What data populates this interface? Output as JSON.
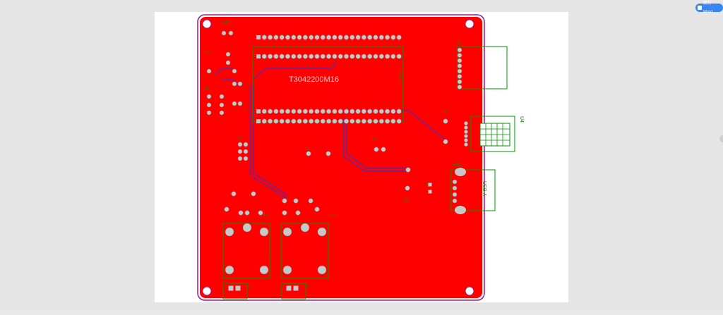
{
  "toolbar": {
    "convert_label": "转为Word"
  },
  "board": {
    "main_module": "T3042200M16",
    "side_module_label": "ESP32",
    "u4_label": "U4",
    "usb_label": "USB-A",
    "j1_label": "J1",
    "led_label": "LED1",
    "usb_port_label": "USB1",
    "r1_label": "R1",
    "r2_label": "R2",
    "r3_label": "R3",
    "d1_label": "D1",
    "d2_label": "D2",
    "c1_label": "C1",
    "k1_label": "K1",
    "k2_label": "K2",
    "ch1_label": "CH1",
    "ch2_label": "CH2",
    "q1_label": "Q1",
    "q2_label": "Q2"
  },
  "colors": {
    "copper": "#ff0000",
    "silkscreen": "#009400",
    "trace": "#5a2aa8",
    "pad": "#c8c8c8"
  },
  "icons": {
    "convert": "document-icon"
  }
}
